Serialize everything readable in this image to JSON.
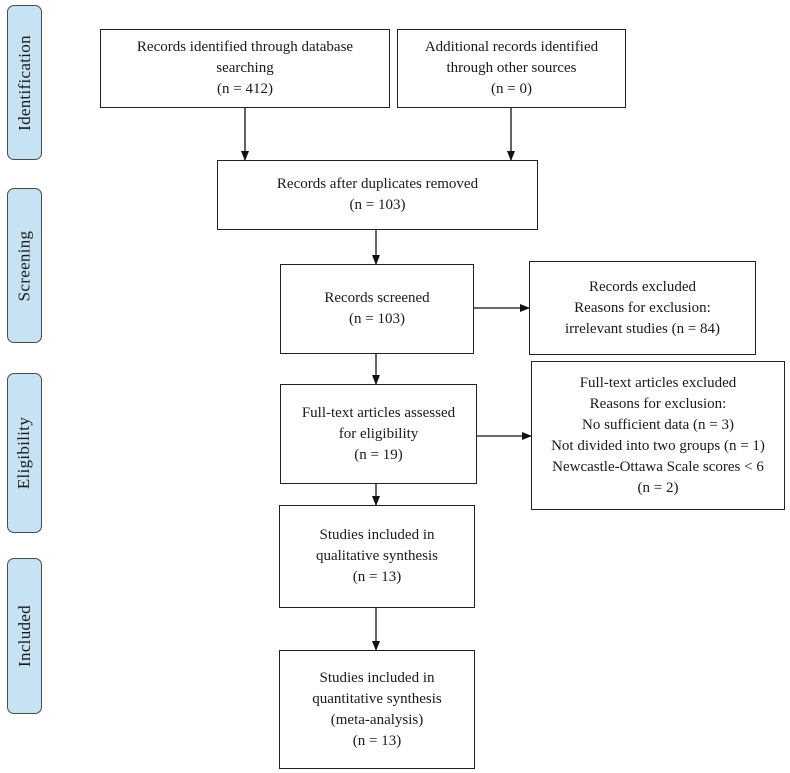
{
  "phases": {
    "identification": "Identification",
    "screening": "Screening",
    "eligibility": "Eligibility",
    "included": "Included"
  },
  "boxes": {
    "db_search": [
      "Records identified through database",
      "searching",
      "(n =  412)"
    ],
    "other_sources": [
      "Additional records identified",
      "through other sources",
      "(n =  0)"
    ],
    "after_duplicates": [
      "Records after duplicates removed",
      "(n =   103)"
    ],
    "screened": [
      "Records screened",
      "(n =  103)"
    ],
    "excluded": [
      "Records excluded",
      "Reasons for exclusion:",
      "irrelevant studies (n = 84)"
    ],
    "fulltext_assessed": [
      "Full-text articles assessed",
      "for eligibility",
      "(n =  19)"
    ],
    "fulltext_excluded": [
      "Full-text articles excluded",
      "Reasons for exclusion:",
      "No sufficient data (n = 3)",
      "Not divided into two groups (n = 1)",
      "Newcastle-Ottawa Scale scores < 6",
      "(n = 2)"
    ],
    "qualitative": [
      "Studies included in",
      "qualitative synthesis",
      "(n = 13)"
    ],
    "quantitative": [
      "Studies included in",
      "quantitative synthesis",
      "(meta-analysis)",
      "(n = 13)"
    ]
  }
}
